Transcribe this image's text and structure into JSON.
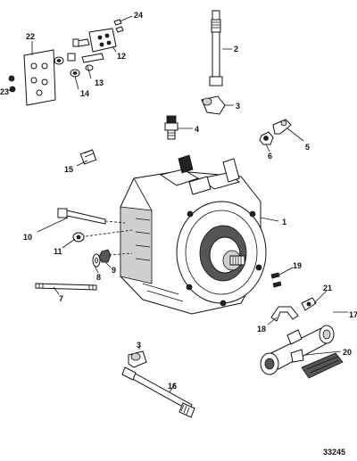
{
  "diagram": {
    "drawing_number": "33245",
    "callouts": [
      "1",
      "2",
      "3",
      "3",
      "4",
      "5",
      "6",
      "7",
      "8",
      "9",
      "10",
      "11",
      "12",
      "13",
      "14",
      "15",
      "16",
      "17",
      "18",
      "19",
      "20",
      "21",
      "22",
      "23",
      "24"
    ]
  }
}
